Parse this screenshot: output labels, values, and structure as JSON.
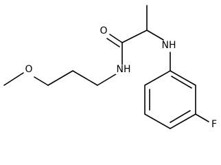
{
  "molecule": {
    "atoms": {
      "oxygen_carbonyl": "O",
      "nitrogen_amine": "NH",
      "nitrogen_amide": "NH",
      "oxygen_ether": "O",
      "fluorine": "F"
    }
  }
}
